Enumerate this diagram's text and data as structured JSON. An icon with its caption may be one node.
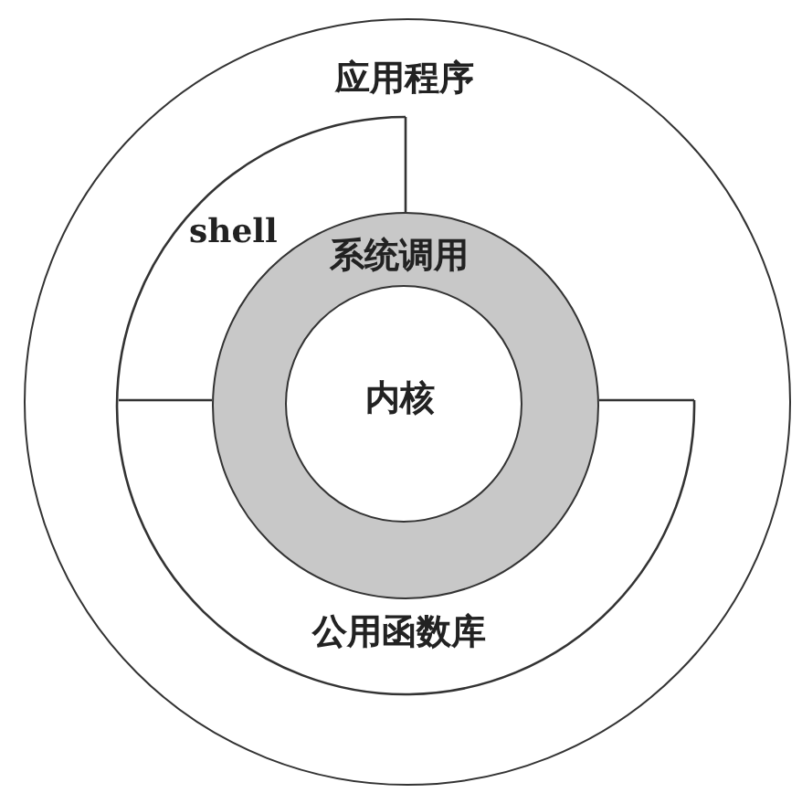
{
  "diagram": {
    "nodes": [
      {
        "text": [
          "应用程序"
        ]
      },
      {
        "text": [
          "shell"
        ],
        "in": 0
      },
      {
        "text": [
          "系统调用"
        ],
        "in": 0
      },
      {
        "text": [
          "内核"
        ],
        "in": 2
      },
      {
        "text": [
          "公用函数库"
        ],
        "in": 0
      }
    ]
  }
}
